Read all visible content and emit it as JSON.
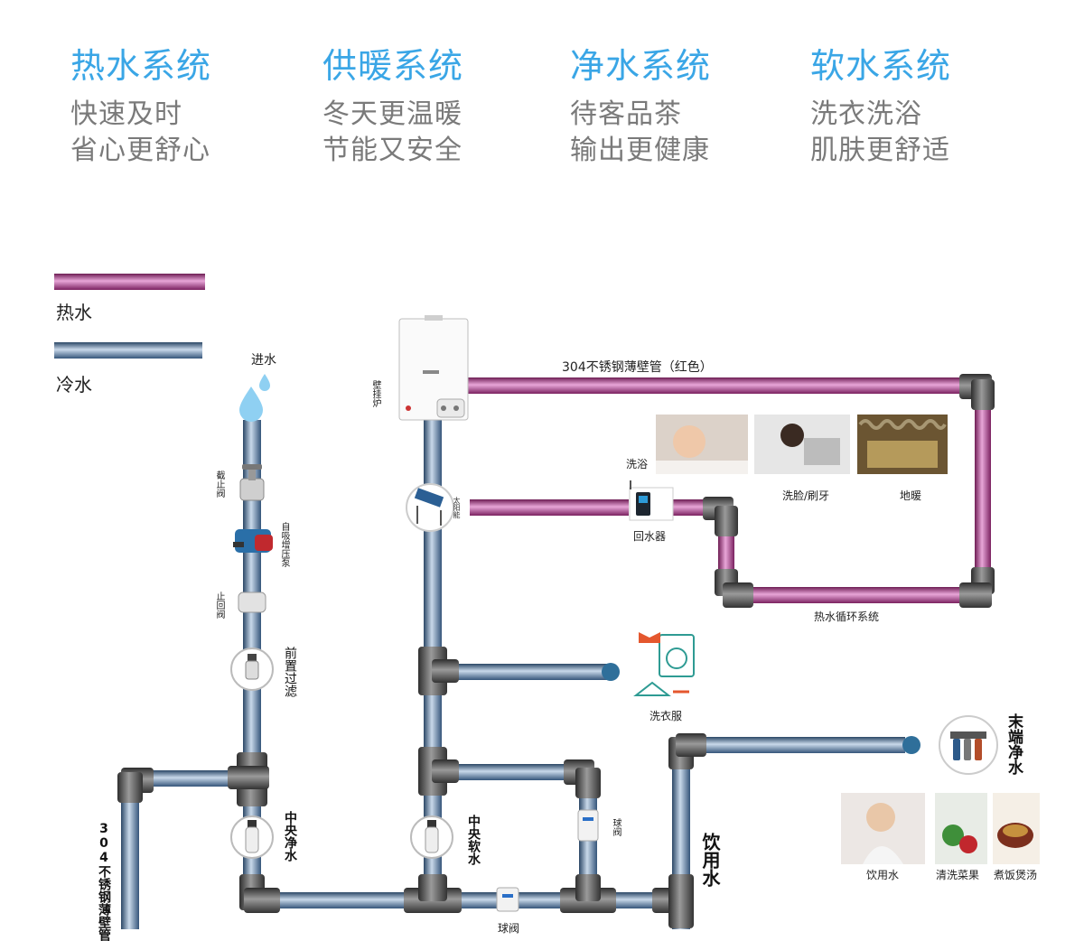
{
  "systems": [
    {
      "title": "热水系统",
      "line1": "快速及时",
      "line2": "省心更舒心"
    },
    {
      "title": "供暖系统",
      "line1": "冬天更温暖",
      "line2": "节能又安全"
    },
    {
      "title": "净水系统",
      "line1": "待客品茶",
      "line2": "输出更健康"
    },
    {
      "title": "软水系统",
      "line1": "洗衣洗浴",
      "line2": "肌肤更舒适"
    }
  ],
  "legend": {
    "hot": "热水",
    "cold": "冷水"
  },
  "labels": {
    "inlet": "进水",
    "stop_valve": "截止阀",
    "pump": "自吸增压泵",
    "check_valve": "止回阀",
    "prefilter": "前置过滤",
    "boiler": "壁挂炉",
    "hot_pipe": "304不锈钢薄壁管（红色）",
    "solar": "太阳能",
    "bath": "洗浴",
    "face": "洗脸/刷牙",
    "floor_heat": "地暖",
    "return_unit": "回水器",
    "hot_loop": "热水循环系统",
    "laundry": "洗衣服",
    "terminal": "末端净水",
    "central_purify": "中央净水",
    "central_soften": "中央软水",
    "ball_valve": "球阀",
    "ball_valve_bottom": "球阀",
    "drinking_v": "饮用水",
    "cold_pipe_v": "304不锈钢薄壁管",
    "drink": "饮用水",
    "wash_veg": "清洗菜果",
    "cook": "煮饭煲汤"
  },
  "colors": {
    "title_blue": "#3aa6e6",
    "hot_pipe": "#a0307a",
    "cold_pipe": "#3f6389",
    "fitting": "#4a4a4a"
  },
  "icons": [
    "water-drop-icon",
    "boiler-icon",
    "solar-panel-icon",
    "washing-machine-icon",
    "water-purifier-icon",
    "filter-icon",
    "pump-icon",
    "valve-icon"
  ]
}
